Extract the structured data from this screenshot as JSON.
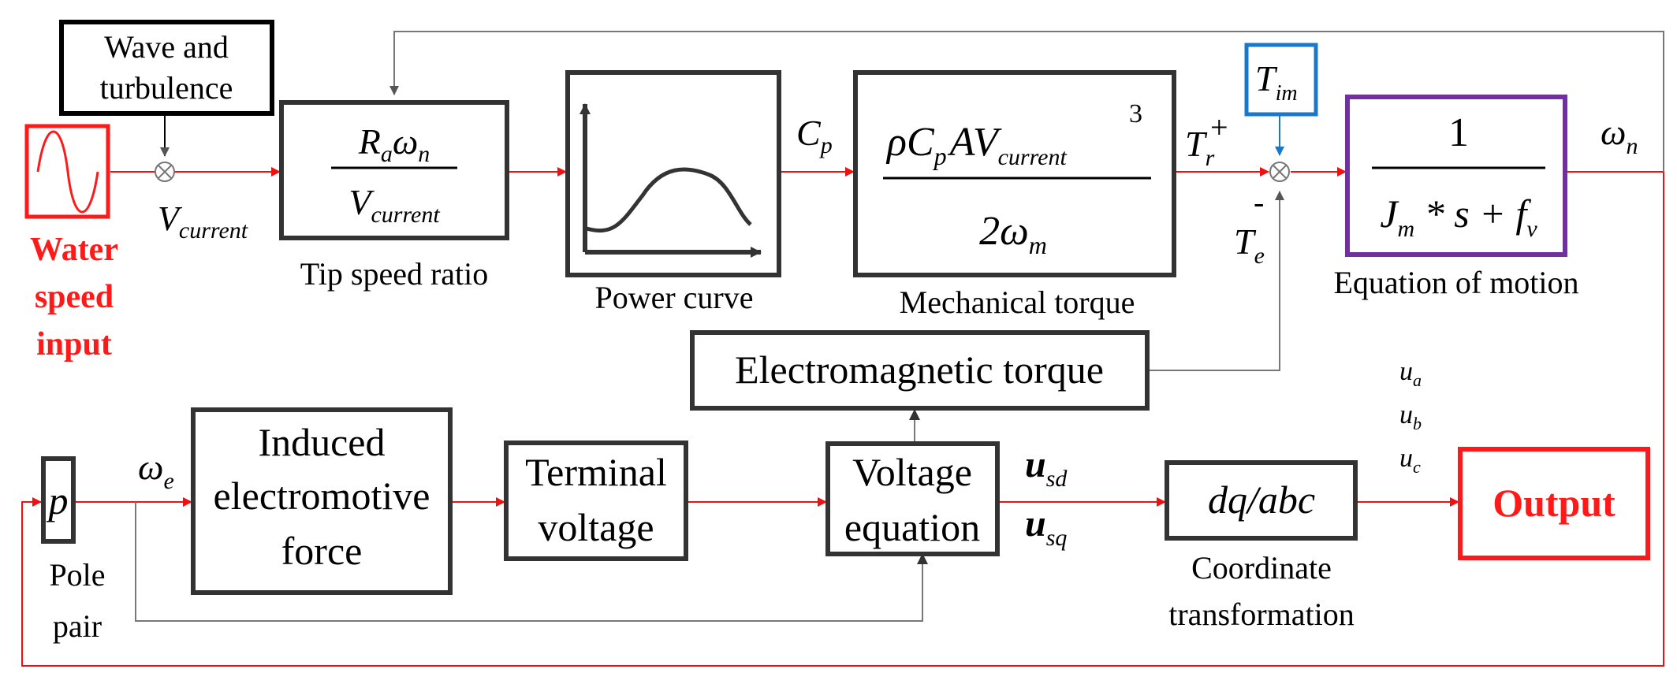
{
  "colors": {
    "signal_red": "#ee1111",
    "feedback_grey": "#777777",
    "block_border": "#333333",
    "input_red": "#ff1a1a",
    "disturbance_blue": "#1a78c8",
    "motion_purple": "#7030a0",
    "wave_black": "#000000"
  },
  "blocks": {
    "wave_turbulence": {
      "line1": "Wave and",
      "line2": "turbulence"
    },
    "water_speed_input": {
      "line1": "Water",
      "line2": "speed",
      "line3": "input",
      "icon": "sine-wave-icon"
    },
    "tip_speed_ratio": {
      "num_main": "R",
      "num_sub": "a",
      "num_main2": "ω",
      "num_sub2": "n",
      "den_main": "V",
      "den_sub": "current",
      "caption": "Tip speed ratio"
    },
    "power_curve": {
      "caption": "Power curve",
      "icon": "power-curve-plot-icon"
    },
    "mechanical_torque": {
      "num_a": "ρC",
      "num_sub_p": "p",
      "num_b": "AV",
      "num_sub_current": "current",
      "num_exp": "3",
      "den_a": "2ω",
      "den_sub": "m",
      "caption": "Mechanical torque"
    },
    "tim": {
      "main": "T",
      "sub": "im"
    },
    "equation_of_motion": {
      "num": "1",
      "den_a": "J",
      "den_sub_m": "m",
      "den_b": " * s + f",
      "den_sub_v": "v",
      "caption": "Equation of motion"
    },
    "electromagnetic_torque": {
      "label": "Electromagnetic torque"
    },
    "pole_pair": {
      "label": "p",
      "caption1": "Pole",
      "caption2": "pair"
    },
    "induced_emf": {
      "line1": "Induced",
      "line2": "electromotive",
      "line3": "force"
    },
    "terminal_voltage": {
      "line1": "Terminal",
      "line2": "voltage"
    },
    "voltage_equation": {
      "line1": "Voltage",
      "line2": "equation"
    },
    "dq_abc": {
      "label": "dq/abc",
      "caption1": "Coordinate",
      "caption2": "transformation"
    },
    "output": {
      "label": "Output"
    }
  },
  "signals": {
    "v_current": {
      "main": "V",
      "sub": "current"
    },
    "cp": {
      "main": "C",
      "sub": "p"
    },
    "tr": {
      "main": "T",
      "sub": "r",
      "sign": "+"
    },
    "te": {
      "main": "T",
      "sub": "e",
      "sign": "-"
    },
    "omega_n": {
      "main": "ω",
      "sub": "n"
    },
    "omega_e": {
      "main": "ω",
      "sub": "e"
    },
    "usd": {
      "main": "u",
      "sub": "sd"
    },
    "usq": {
      "main": "u",
      "sub": "sq"
    },
    "ua": {
      "main": "u",
      "sub": "a"
    },
    "ub": {
      "main": "u",
      "sub": "b"
    },
    "uc": {
      "main": "u",
      "sub": "c"
    }
  }
}
